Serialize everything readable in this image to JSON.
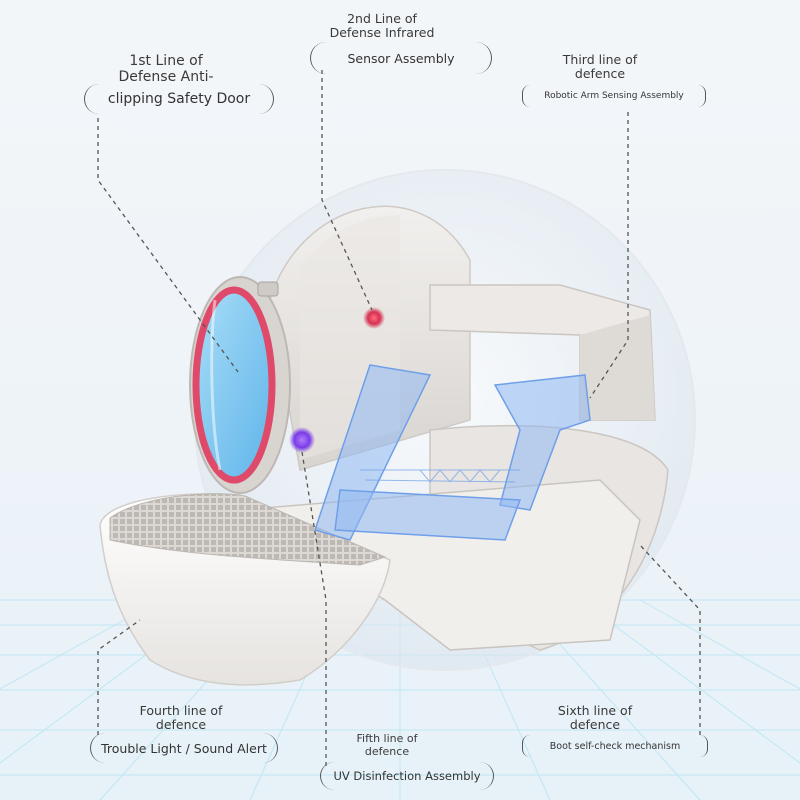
{
  "labels": {
    "first": {
      "title_line1": "1st Line of",
      "title_line2": "Defense Anti-",
      "box": "clipping Safety Door"
    },
    "second": {
      "title_line1": "2nd Line of",
      "title_line2": "Defense Infrared",
      "box": "Sensor Assembly"
    },
    "third": {
      "title_line1": "Third line of",
      "title_line2": "defence",
      "box": "Robotic Arm Sensing Assembly"
    },
    "fourth": {
      "title_line1": "Fourth line of",
      "title_line2": "defence",
      "box": "Trouble Light / Sound Alert"
    },
    "fifth": {
      "title_line1": "Fifth line of",
      "title_line2": "defence",
      "box": "UV Disinfection Assembly"
    },
    "sixth": {
      "title_line1": "Sixth line of",
      "title_line2": "defence",
      "box": "Boot self-check mechanism"
    }
  },
  "colors": {
    "door_glass": "#6fc4f0",
    "door_ring": "#e04a6a",
    "infrared_dot": "#e0405a",
    "uv_dot": "#8a4cf0",
    "robot_arm": "#8fb8f2",
    "grid": "#8fd8ef"
  }
}
